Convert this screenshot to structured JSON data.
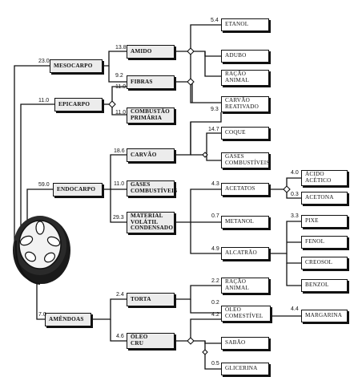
{
  "level1": {
    "mesocarpo": "MESOCARPO",
    "epicarpo": "EPICARPO",
    "endocarpo": "ENDOCARPO",
    "amendoas": "AMÊNDOAS"
  },
  "level1_values": {
    "mesocarpo": "23.0",
    "epicarpo": "11.0",
    "endocarpo": "59.0",
    "amendoas": "7.0"
  },
  "level2": {
    "amido": "AMIDO",
    "fibras": "FIBRAS",
    "combustao": "COMBUSTÃO\nPRIMÁRIA",
    "carvao": "CARVÃO",
    "gases": "GASES\nCOMBUSTÍVEIS",
    "material": "MATERIAL\nVOLÁTIL\nCONDENSADO",
    "torta": "TORTA",
    "oleo_cru": "ÓLEO\nCRU"
  },
  "level2_values": {
    "amido": "13.8",
    "fibras": "9.2",
    "fibras_epi": "11.0",
    "combustao": "11.0",
    "carvao": "18.6",
    "gases": "11.0",
    "material": "29.3",
    "torta": "2.4",
    "oleo_cru": "4.6"
  },
  "level3": {
    "etanol": "ETANOL",
    "adubo": "ADUBO",
    "racao": "RAÇÃO\nANIMAL",
    "carvao_reat": "CARVÃO\nREATIVADO",
    "coque": "COQUE",
    "gases_comb": "GASES\nCOMBUSTÍVEIS",
    "acetatos": "ACETATOS",
    "metanol": "METANOL",
    "alcatrao": "ALCATRÃO",
    "racao2": "RAÇÃO\nANIMAL",
    "oleo_comest": "ÓLEO\nCOMESTÍVEL",
    "sabao": "SABÃO",
    "glicerina": "GLICERINA"
  },
  "level3_values": {
    "etanol": "5.4",
    "carvao_reat": "9.3",
    "coque": "14.7",
    "acetatos": "4.3",
    "metanol": "0.7",
    "alcatrao": "4.9",
    "racao2": "2.2",
    "oleo_comest": "0.2",
    "oleo_comest2": "4.2",
    "glicerina": "0.5"
  },
  "level4": {
    "acido": "ÁCIDO\nACÉTICO",
    "acetona": "ACETONA",
    "pixe": "PIXE",
    "fenol": "FENOL",
    "creosol": "CREOSOL",
    "benzol": "BENZOL",
    "margarina": "MARGARINA"
  },
  "level4_values": {
    "acido": "4.0",
    "acetona": "0.3",
    "pixe": "3.3",
    "margarina": "4.4"
  }
}
